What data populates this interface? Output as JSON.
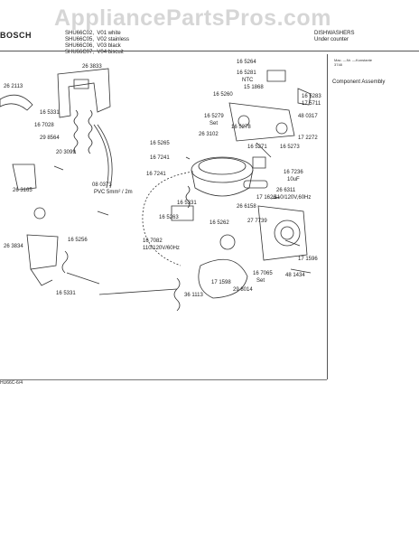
{
  "watermark": "AppliancePartsPros.com",
  "brand": "BOSCH",
  "models": [
    {
      "model": "SHU66C02,",
      "code": "V01 white"
    },
    {
      "model": "SHU66C05,",
      "code": "V02 stainless"
    },
    {
      "model": "SHU66C06,",
      "code": "V03 black"
    },
    {
      "model": "SHU66C07,",
      "code": "V04 biscuit"
    }
  ],
  "category": {
    "line1": "DISHWASHERS",
    "line2": "Under counter"
  },
  "version_lines": [
    "Mac. —Nr. —Konstante",
    "3748"
  ],
  "section_title": "Component Assembly",
  "footer": "HU66C-6/4",
  "part_labels": {
    "p263833": "26 3833",
    "p262113": "26 2113",
    "p165331a": "16 5331",
    "p167028": "16 7028",
    "p298564": "29 8564",
    "p203099": "20 3099",
    "p263165": "26 3165",
    "p263834": "26 3834",
    "p165256": "16 5256",
    "p165331b": "16 5331",
    "p080373": "08 0373",
    "pvc": "PVC 5mm² / 2m",
    "p167241a": "16 7241",
    "p165265": "16 5265",
    "p263102": "26 3102",
    "p167241b": "16 7241",
    "p165331c": "16 5331",
    "p165263": "16 5263",
    "p165262": "16 5262",
    "p167082": "16 7082",
    "p110v60": "110/120V/60Hz",
    "p361113": "36 1113",
    "p171598": "17 1598",
    "p298014": "29 8014",
    "p167065": "16 7065",
    "pset1": "Set",
    "p481434": "48 1434",
    "p171596": "17 1596",
    "p266158": "26 6158",
    "p277739": "27 7739",
    "p171626": "17 1626",
    "p167236": "16 7236",
    "p10uf": "10uF",
    "p266311": "26 6311",
    "p110v60b": "110/120V,60Hz",
    "p165264": "16 5264",
    "p165281": "16 5281",
    "pntc": "NTC",
    "p151868": "15 1868",
    "p165260": "16 5260",
    "p165279": "16 5279",
    "pset2": "Set",
    "p165278": "16 5278",
    "p165271": "16 5271",
    "p165273": "16 5273",
    "p165283": "16 5283",
    "p175711": "17 5711",
    "p480317": "48 0317",
    "p172272": "17 2272"
  }
}
